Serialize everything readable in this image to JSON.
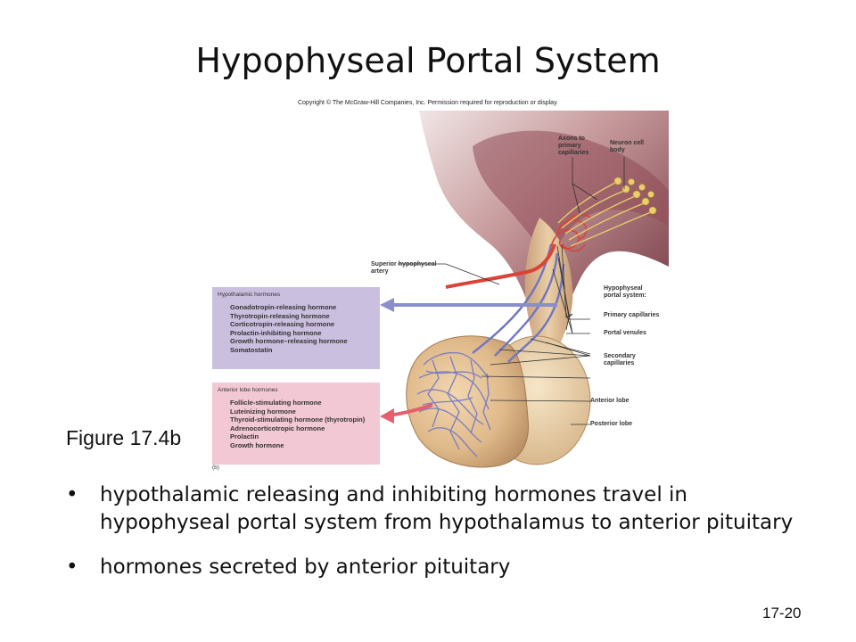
{
  "slide": {
    "title": "Hypophyseal Portal System",
    "copyright": "Copyright © The McGraw-Hill Companies, Inc. Permission required for reproduction or display.",
    "figure_label": "Figure 17.4b",
    "slide_number": "17-20",
    "bullets": [
      "hypothalamic releasing and inhibiting hormones travel in hypophyseal portal system from hypothalamus to anterior pituitary",
      "hormones secreted by anterior pituitary"
    ],
    "bullet_glyph": "•"
  },
  "diagram": {
    "panel_label": "(b)",
    "hypothalamic_panel": {
      "title": "Hypothalamic hormones",
      "items": [
        "Gonadotropin-releasing hormone",
        "Thyrotropin-releasing hormone",
        "Corticotropin-releasing hormone",
        "Prolactin-inhibiting hormone",
        "Growth hormone–releasing hormone",
        "Somatostatin"
      ]
    },
    "anterior_panel": {
      "title": "Anterior lobe hormones",
      "items": [
        "Follicle-stimulating hormone",
        "Luteinizing hormone",
        "Thyroid-stimulating hormone (thyrotropin)",
        "Adrenocorticotropic hormone",
        "Prolactin",
        "Growth hormone"
      ]
    },
    "labels": {
      "axons": "Axons to primary capillaries",
      "neuron": "Neuron cell body",
      "artery": "Superior hypophyseal artery",
      "portal_system": "Hypophyseal portal system:",
      "primary": "Primary capillaries",
      "venules": "Portal venules",
      "secondary": "Secondary capillaries",
      "anterior_lobe": "Anterior lobe",
      "posterior_lobe": "Posterior lobe"
    },
    "colors": {
      "hypothalamic_panel": "#cbbfe0",
      "anterior_panel": "#f2c8d4",
      "tissue_tan": "#d9b98f",
      "brain_maroon": "#7a3a45",
      "artery_red": "#d9443a",
      "vein_blue": "#6f76c2",
      "neuron_yellow": "#e8cf6a"
    }
  }
}
